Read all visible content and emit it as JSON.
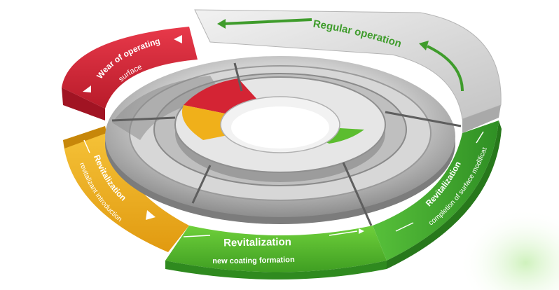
{
  "segments": {
    "regular_operation": {
      "label": "Regular operation",
      "color": "#d9d9d9",
      "text_color": "#3f9c2c"
    },
    "wear": {
      "label": "Wear of operating",
      "sublabel": "surface",
      "color": "#d42434"
    },
    "revitalization_introduction": {
      "label": "Revitalization",
      "sublabel": "revitalizant introduction",
      "color": "#f0b01a"
    },
    "revitalization_coating": {
      "label": "Revitalization",
      "sublabel": "new coating formation",
      "color": "#5cbd2f"
    },
    "revitalization_completion": {
      "label": "Revitalization",
      "sublabel": "completion of surface modification",
      "color": "#3aa52a"
    }
  },
  "inner_ring": {
    "colors": [
      "#d42434",
      "#f0b01a",
      "#5cbd2f",
      "#d9d9d9"
    ]
  }
}
